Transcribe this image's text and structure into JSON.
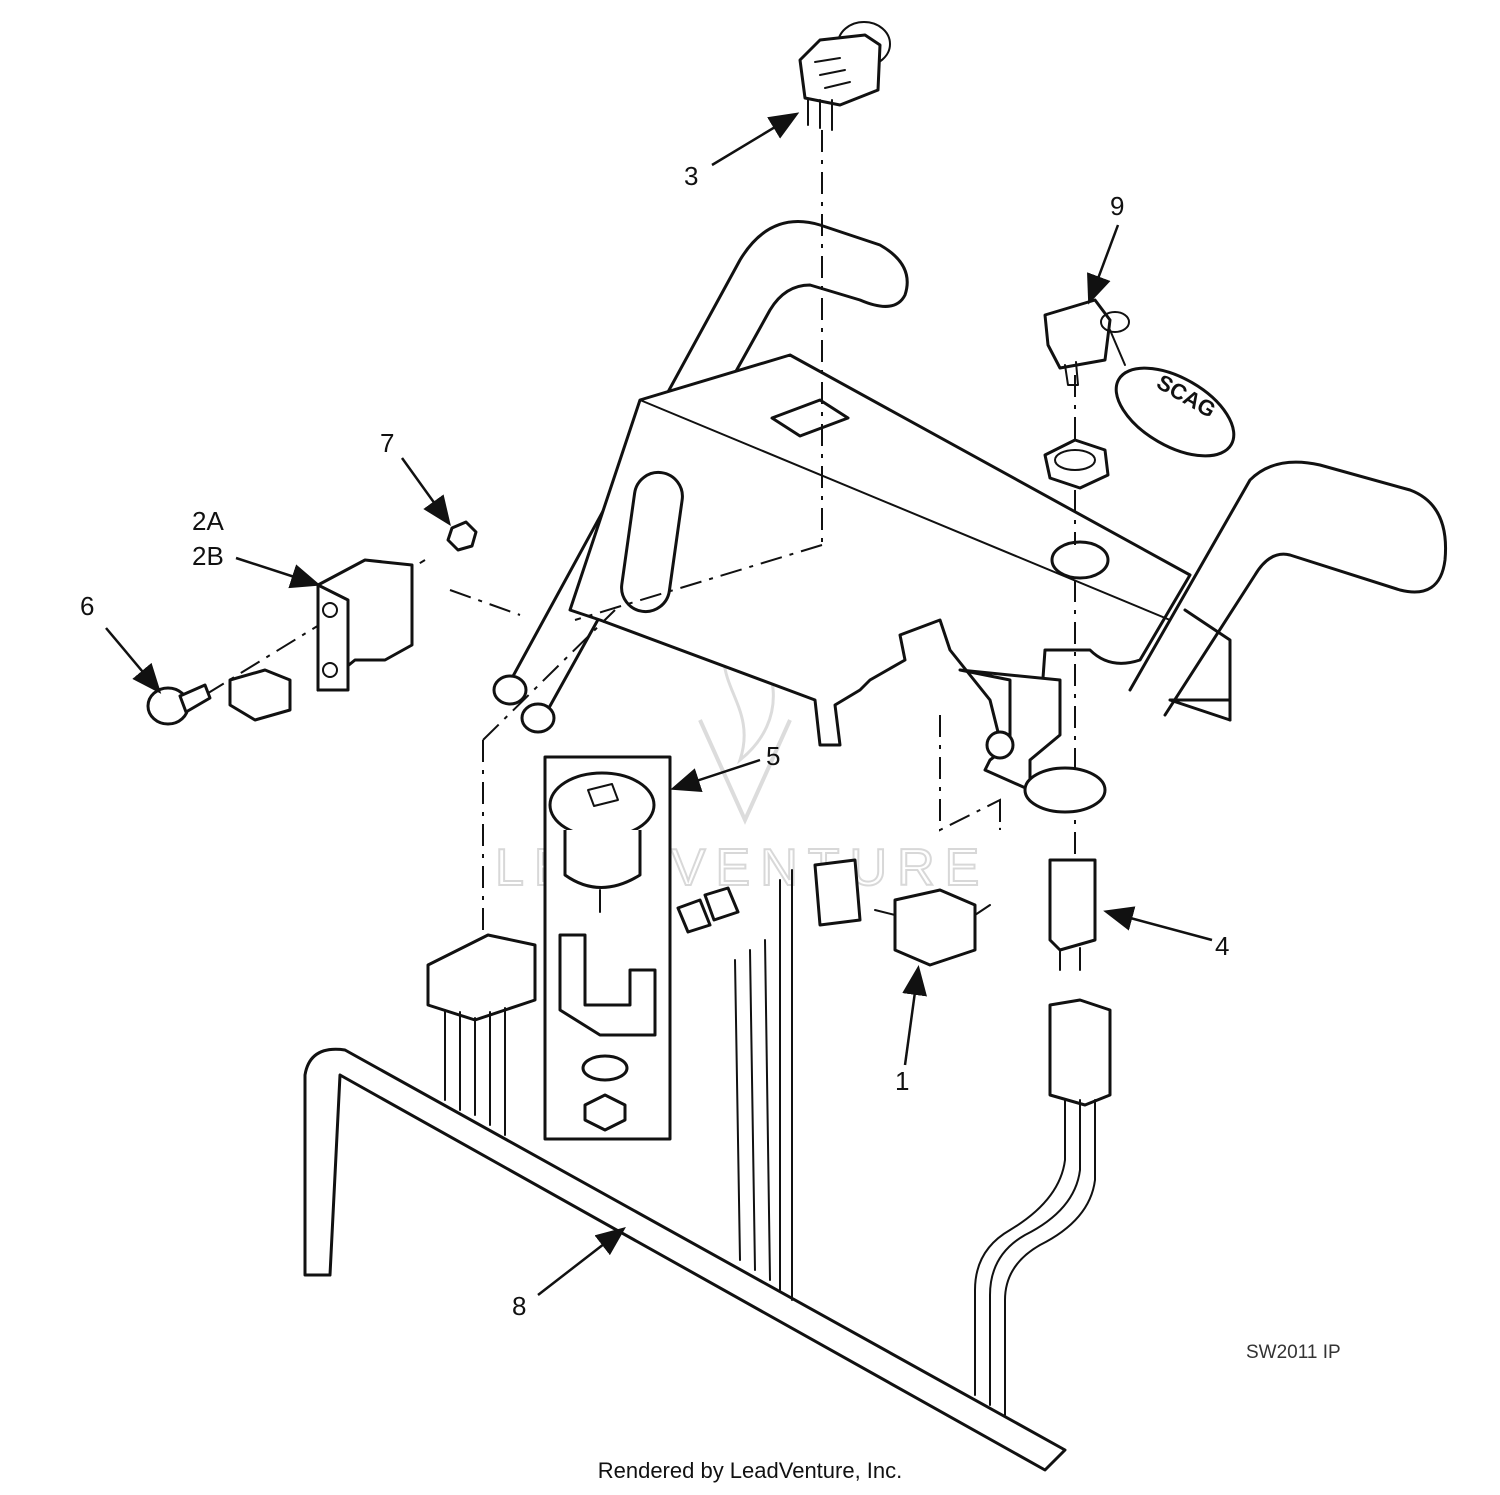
{
  "callouts": {
    "c1": "1",
    "c2a": "2A",
    "c2b": "2B",
    "c3": "3",
    "c4": "4",
    "c5": "5",
    "c6": "6",
    "c7": "7",
    "c8": "8",
    "c9": "9"
  },
  "key_tag_text": "SCAG",
  "watermark": "LEADVENTURE",
  "drawing_code": "SW2011 IP",
  "credit": "Rendered by LeadVenture, Inc."
}
